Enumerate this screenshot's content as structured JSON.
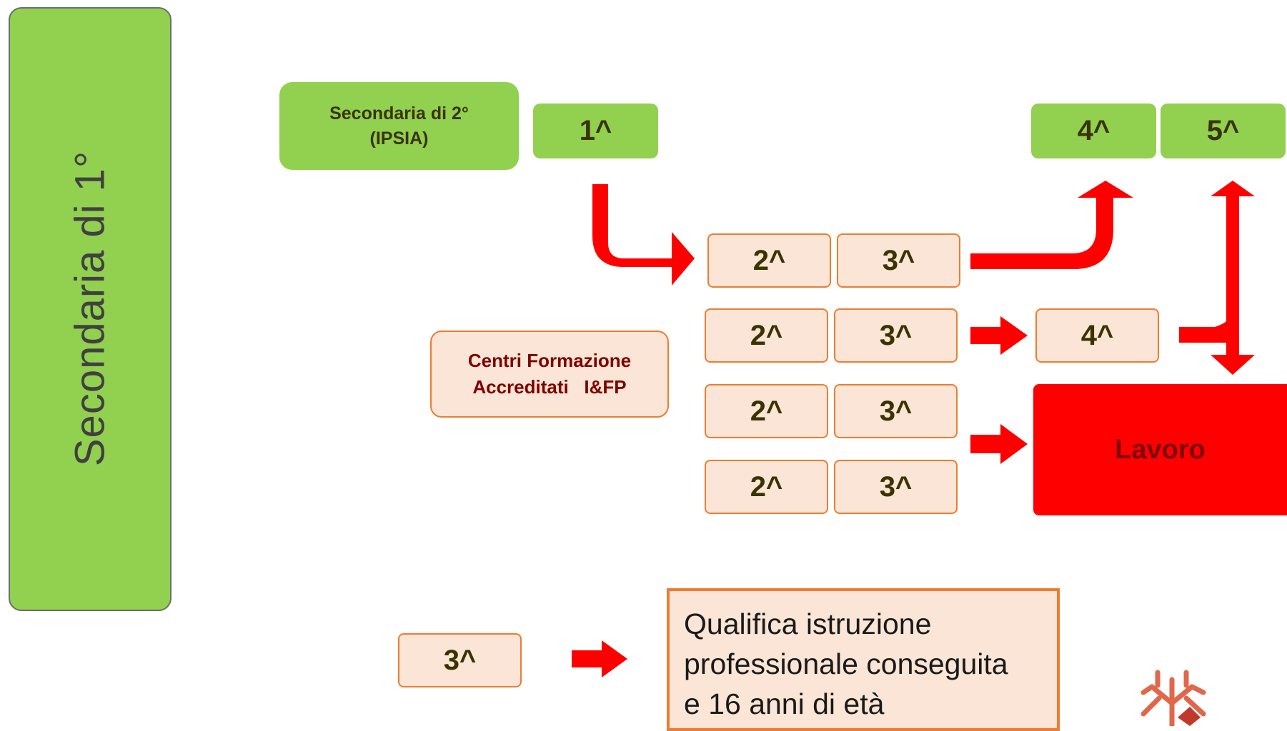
{
  "sidebar": {
    "label": "Secondaria di 1°"
  },
  "ipsia": {
    "title": "Secondaria di 2°",
    "subtitle": "(IPSIA)"
  },
  "years": {
    "ipsia_1": "1^",
    "ipsia_4": "4^",
    "ipsia_5": "5^",
    "row1_2": "2^",
    "row1_3": "3^",
    "row2_2": "2^",
    "row2_3": "3^",
    "row2_4": "4^",
    "row3_2": "2^",
    "row3_3": "3^",
    "row4_2": "2^",
    "row4_3": "3^",
    "bottom_3": "3^"
  },
  "cfp": {
    "line1": "Centri Formazione",
    "line2": "Accreditati   I&FP"
  },
  "lavoro": {
    "label": "Lavoro"
  },
  "qualifica": {
    "line1": "Qualifica istruzione",
    "line2": "professionale conseguita",
    "line3": "e 16 anni di età"
  },
  "colors": {
    "green": "#92d050",
    "peach": "#fbe5d6",
    "orange_border": "#ed7d31",
    "red": "#ff0000",
    "text_dark": "#3a3300",
    "cfp_text": "#7f0000"
  }
}
